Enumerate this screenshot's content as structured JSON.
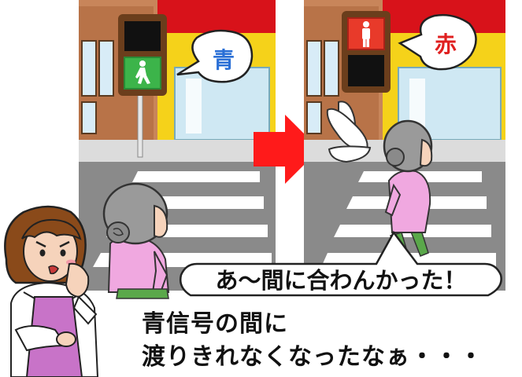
{
  "panels": {
    "left": {
      "signal_label": "青",
      "signal_label_color": "#2a6fd6",
      "signal_state": "green-walk"
    },
    "right": {
      "signal_label": "赤",
      "signal_label_color": "#e02020",
      "signal_state": "red-stop"
    }
  },
  "arrow": {
    "icon": "right-arrow",
    "color": "#ff1a1a"
  },
  "speech": {
    "text": "あ～間に合わんかった！"
  },
  "caption": {
    "line1": "青信号の間に",
    "line2": "渡りきれなくなったなぁ・・・"
  },
  "colors": {
    "building": "#c8855a",
    "awning": "#d8121a",
    "storefront": "#f5d21a",
    "road": "#8a8a8a",
    "sidewalk": "#dcdcdc",
    "signal_box": "#6b3e1c",
    "walk_green": "#3cb44a",
    "stop_red": "#e83a2a",
    "sweater": "#f0a8e0",
    "apron": "#c873c8"
  }
}
